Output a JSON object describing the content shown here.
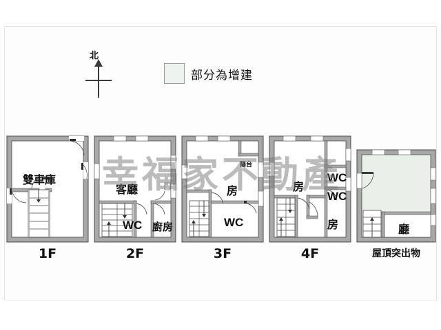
{
  "document": {
    "type": "floor-plan",
    "watermark": "幸福家不動產"
  },
  "compass": {
    "label": "北",
    "direction": "up"
  },
  "legend": {
    "swatch_color": "#eef2ee",
    "text": "部分為增建"
  },
  "floors": [
    {
      "id": "1f",
      "label": "1F",
      "rooms": [
        {
          "name": "雙車庫",
          "type": "garage"
        }
      ],
      "features": [
        "staircase",
        "entry-door",
        "side-door"
      ]
    },
    {
      "id": "2f",
      "label": "2F",
      "rooms": [
        {
          "name": "客廳",
          "type": "living-room"
        },
        {
          "name": "WC",
          "type": "bathroom"
        },
        {
          "name": "廚房",
          "type": "kitchen"
        }
      ],
      "features": [
        "staircase"
      ]
    },
    {
      "id": "3f",
      "label": "3F",
      "rooms": [
        {
          "name": "陽台",
          "type": "balcony"
        },
        {
          "name": "房",
          "type": "bedroom"
        },
        {
          "name": "WC",
          "type": "bathroom"
        }
      ],
      "features": [
        "staircase"
      ]
    },
    {
      "id": "4f",
      "label": "4F",
      "rooms": [
        {
          "name": "房",
          "type": "bedroom"
        },
        {
          "name": "WC",
          "type": "bathroom"
        },
        {
          "name": "WC",
          "type": "bathroom"
        },
        {
          "name": "房",
          "type": "bedroom"
        }
      ],
      "features": [
        "staircase"
      ]
    },
    {
      "id": "roof",
      "label": "屋頂突出物",
      "rooms": [
        {
          "name": "廳",
          "type": "hall"
        }
      ],
      "features": [
        "staircase",
        "extension-shading"
      ],
      "shaded": true
    }
  ],
  "colors": {
    "wall": "#a8a8a8",
    "wall_dark": "#5a5a5a",
    "outline": "#2b2b2b",
    "extension_fill": "#e9efe9",
    "background": "#ffffff"
  }
}
